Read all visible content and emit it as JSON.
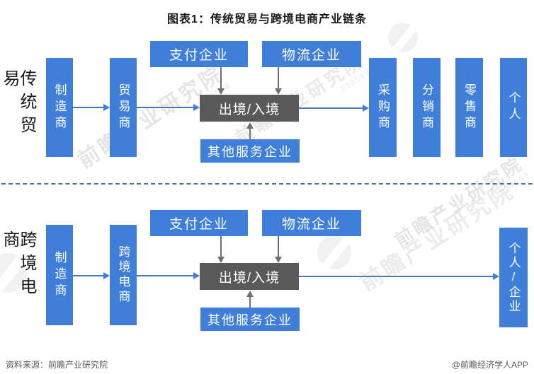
{
  "title": "图表1：传统贸易与跨境电商产业链条",
  "footer": {
    "source": "资料来源：前瞻产业研究院",
    "credit": "@前瞻经济学人APP"
  },
  "colors": {
    "box_blue": "#3F7FD9",
    "box_dark": "#595959",
    "arrow_blue": "#3E80DC",
    "arrow_gray": "#707070",
    "divider_blue_gray": "#4C7396",
    "text_on_box": "#FFFFFF"
  },
  "watermark": {
    "brand": "前瞻产业研究院",
    "code": "839599"
  },
  "diagram": {
    "traditional": {
      "section_label": "传统贸易",
      "nodes": {
        "manufacturer": "制造商",
        "trader": "贸易商",
        "payment": "支付企业",
        "logistics": "物流企业",
        "border": "出境/入境",
        "other_services": "其他服务企业",
        "purchaser": "采购商",
        "distributor": "分销商",
        "retailer": "零售商",
        "individual": "个人"
      }
    },
    "cross_border": {
      "section_label": "跨境电商",
      "nodes": {
        "manufacturer": "制造商",
        "cb_ecommerce": "跨境电商",
        "payment": "支付企业",
        "logistics": "物流企业",
        "border": "出境/入境",
        "other_services": "其他服务企业",
        "individual_enterprise": "个人/企业"
      }
    }
  }
}
